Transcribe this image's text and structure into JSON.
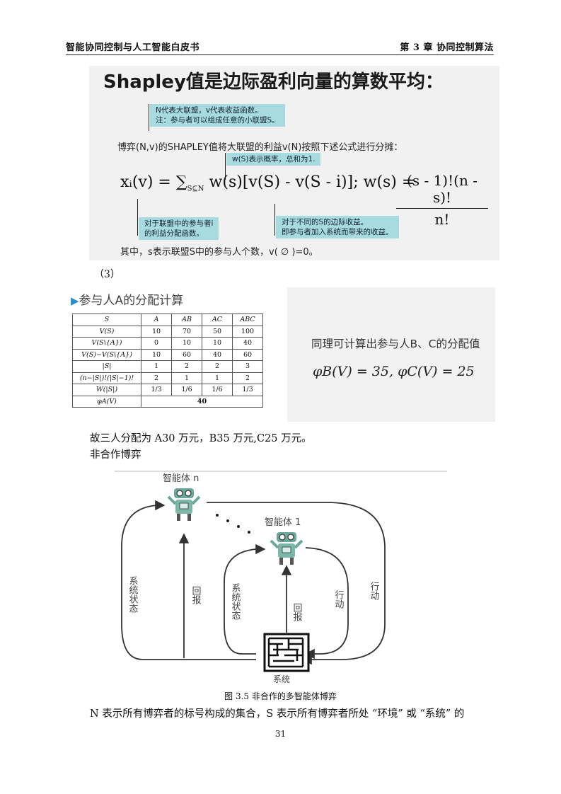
{
  "header": {
    "left": "智能协同控制与人工智能白皮书",
    "right": "第 3 章  协同控制算法"
  },
  "slide1": {
    "title": "Shapley值是边际盈利向量的算数平均：",
    "note1_line1": "N代表大联盟，v代表收益函数。",
    "note1_line2": "注：参与者可以组成任意的小联盟S。",
    "game_text": "博弈(N,v)的SHAPLEY值将大联盟的利益v(N)按照下述公式进行分摊：",
    "note_w": "w(S)表示概率，总和为1.",
    "formula_left": "xᵢ(v) = ∑",
    "formula_sub": "S⊆N",
    "formula_mid": " w(s)[v(S) - v(S - i)]; w(s) = ",
    "frac_num": "(s - 1)!(n - s)!",
    "frac_den": "n!",
    "note2_line1": "对于联盟中的参与者i",
    "note2_line2": "的利益分配函数。",
    "note3_line1": "对于不同的S的边际收益。",
    "note3_line2": "即参与者加入系统而带来的收益。",
    "footer": "其中，s表示联盟S中的参与人个数，v( ∅ )=0。"
  },
  "label3": "（3）",
  "slide2": {
    "title": "参与人A的分配计算",
    "table_header": [
      "S",
      "A",
      "AB",
      "AC",
      "ABC"
    ],
    "table_rows": [
      {
        "label": "V(S)",
        "values": [
          "10",
          "70",
          "50",
          "100"
        ]
      },
      {
        "label": "V(S\\{A})",
        "values": [
          "0",
          "10",
          "10",
          "40"
        ]
      },
      {
        "label": "V(S)−V(S\\{A})",
        "values": [
          "10",
          "60",
          "40",
          "60"
        ]
      },
      {
        "label": "|S|",
        "values": [
          "1",
          "2",
          "2",
          "3"
        ]
      },
      {
        "label": "(n−|S|)!(|S|−1)!",
        "values": [
          "2",
          "1",
          "1",
          "2"
        ]
      },
      {
        "label": "W(|S|)",
        "values": [
          "1/3",
          "1/6",
          "1/6",
          "1/3"
        ]
      }
    ],
    "phi_label": "φA(V)",
    "phi_value": "40",
    "same_text": "同理可计算出参与人B、C的分配值",
    "phi_text": "φB(V) = 35, φC(V) = 25"
  },
  "para1": "故三人分配为 A30 万元，B35 万元,C25 万元。",
  "para2": "非合作博弈",
  "figure": {
    "agent_n": "智能体 n",
    "agent_1": "智能体 1",
    "system_state": "系统状态",
    "reward": "回报",
    "action": "行动",
    "system": "系统"
  },
  "caption": "图 3.5 非合作的多智能体博弈",
  "body_last": "N 表示所有博弈者的标号构成的集合，S 表示所有博弈者所处 “环境” 或 “系统” 的",
  "page_number": "31"
}
